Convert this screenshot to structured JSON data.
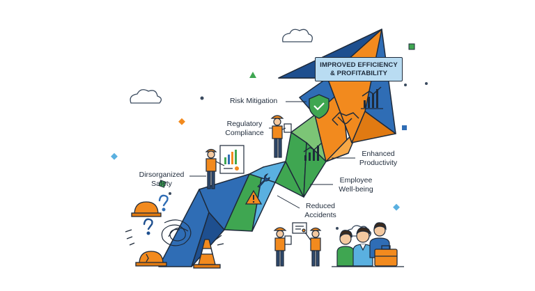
{
  "title_box": {
    "line1": "IMPROVED EFFICIENCY",
    "line2": "& PROFITABILITY"
  },
  "labels": {
    "risk_mitigation": "Risk Mitigation",
    "regulatory_line1": "Regulatory",
    "regulatory_line2": "Compliance",
    "disorganized_line1": "Dirsorganized",
    "disorganized_line2": "Safety",
    "enhanced_line1": "Enhanced",
    "enhanced_line2": "Productivity",
    "employee_line1": "Employee",
    "employee_line2": "Well-being",
    "reduced_line1": "Reduced",
    "reduced_line2": "Accidents"
  },
  "icons": [
    "shield-check-icon",
    "handshake-icon",
    "growth-chart-icon",
    "productivity-chart-icon",
    "warning-triangle-icon",
    "wrench-icon",
    "hard-hat-icon",
    "question-mark-icon",
    "traffic-cone-icon",
    "scribble-icon",
    "cloud-icon",
    "certificate-icon",
    "briefcase-icon"
  ],
  "colors": {
    "navy": "#1e2a3a",
    "blue": "#2f6db5",
    "light_blue": "#5ab0e0",
    "green": "#3fa651",
    "orange": "#f28a1e",
    "title_bg": "#b9dcf2"
  }
}
